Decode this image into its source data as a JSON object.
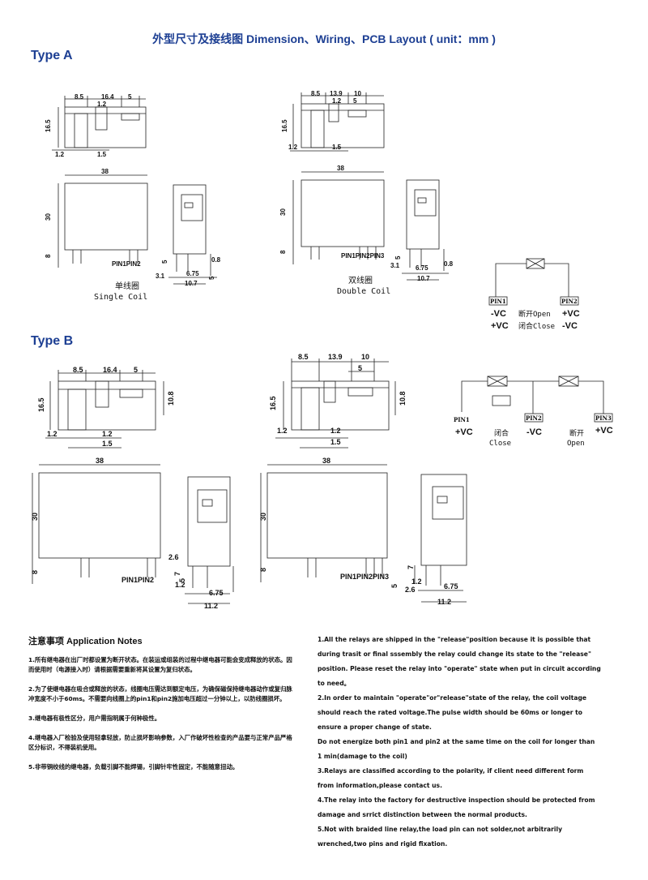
{
  "title": "外型尺寸及接线图 Dimension、Wiring、PCB Layout ( unit：mm )",
  "type_a": {
    "label": "Type A",
    "single": {
      "dims": {
        "d1": "8.5",
        "d2": "16.4",
        "d3": "5",
        "d4": "1.2",
        "d5": "16.5",
        "d6": "1.2",
        "d7": "1.5",
        "width": "38",
        "height": "30",
        "pin": "8",
        "b1": "3.1",
        "b2": "6.75",
        "b3": "10.7",
        "b4": "5",
        "b5": "0.8",
        "b6": "5"
      },
      "pins": "PIN1PIN2",
      "caption_cn": "单线圈",
      "caption_en": "Single Coil"
    },
    "double": {
      "dims": {
        "d1": "8.5",
        "d2": "13.9",
        "d3": "10",
        "d4": "1.2",
        "d5": "5",
        "d6": "16.5",
        "d7": "1.2",
        "d8": "1.5",
        "width": "38",
        "height": "30",
        "pin": "8",
        "b1": "3.1",
        "b2": "6.75",
        "b3": "10.7",
        "b4": "5",
        "b5": "0.8"
      },
      "pins": "PIN1PIN2PIN3",
      "caption_cn": "双线圈",
      "caption_en": "Double Coil"
    },
    "wiring": {
      "pin1": "PIN1",
      "pin2": "PIN2",
      "l1": "-VC",
      "l2": "+VC",
      "r1": "+VC",
      "r2": "-VC",
      "m1": "断开Open",
      "m2": "闭合Close"
    }
  },
  "type_b": {
    "label": "Type B",
    "single": {
      "dims": {
        "d1": "8.5",
        "d2": "16.4",
        "d3": "5",
        "d4": "16.5",
        "d5": "10.8",
        "d6": "1.2",
        "d7": "1.2",
        "d8": "1.5",
        "width": "38",
        "height": "30",
        "pin": "8",
        "b1": "2.6",
        "b2": "7",
        "b3": "1.2",
        "b4": "6.75",
        "b5": "11.2",
        "b6": "5"
      },
      "pins": "PIN1PIN2"
    },
    "double": {
      "dims": {
        "d1": "8.5",
        "d2": "13.9",
        "d3": "10",
        "d4": "5",
        "d5": "16.5",
        "d6": "10.8",
        "d7": "1.2",
        "d8": "1.2",
        "d9": "1.5",
        "width": "38",
        "height": "30",
        "pin": "8",
        "b1": "7",
        "b2": "1.2",
        "b3": "2.6",
        "b4": "6.75",
        "b5": "11.2",
        "b6": "5"
      },
      "pins": "PIN1PIN2PIN3"
    },
    "wiring": {
      "pin1": "PIN1",
      "pin2": "PIN2",
      "pin3": "PIN3",
      "v1": "+VC",
      "c1": "闭合",
      "c2": "Close",
      "v2": "-VC",
      "o1": "断开",
      "o2": "Open",
      "v3": "+VC"
    }
  },
  "notes": {
    "heading": "注意事项 Application Notes",
    "cn": [
      "1.所有继电器在出厂时都设置为断开状态。在装运或组装的过程中继电器可能会变成释放的状态。因而使用时（电源接入时）请根据需要重新将其设置为复归状态。",
      "2.为了使继电器在吸合或释放的状态，线圈电压需达到额定电压，为确保磁保持继电器动作或复归脉冲宽度不小于60ms。不需要向线圈上的pin1和pin2施加电压超过一分钟以上，以防线圈损坏。",
      "3.继电器有极性区分，用户需指明属于何种极性。",
      "4.继电器入厂检验及使用轻拿轻放，防止损坏影响参数，入厂作破坏性检查的产品要与正常产品严格区分标识，不得装机使用。",
      "5.非带铜绞线的继电器，负载引脚不能焊锡，引脚针牢性固定，不能随意扭动。"
    ],
    "en": [
      "1.All the relays are shipped in the \"release\"position because it is possible that during trasit or final sssembly the relay could change its state to the \"release\" position. Please reset the relay into \"operate\" state when put in circuit according to need。",
      "2.In order to maintain \"operate\"or\"release\"state of the relay, the coil voltage should reach the rated voltage.The pulse width should be 60ms or longer to ensure a proper change of state.",
      "Do not energize both pin1 and pin2 at the same time on the coil for longer than 1 min(damage to the coil)",
      "3.Relays are classified according to the polarity, if client need different form from information,please contact us.",
      "4.The relay into the factory for destructive inspection should be protected from damage and srrict distinction between the normal products.",
      "5.Not with braided line relay,the load pin can not solder,not arbitrarily wrenched,two pins and rigid fixation."
    ]
  }
}
